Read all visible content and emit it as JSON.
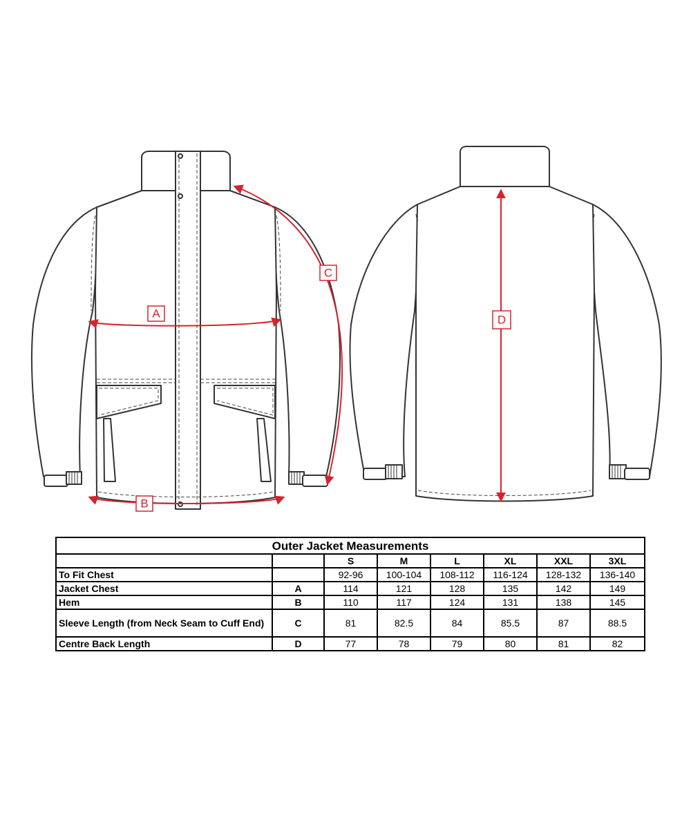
{
  "diagram": {
    "labels": {
      "a": "A",
      "b": "B",
      "c": "C",
      "d": "D"
    },
    "colors": {
      "outline": "#333333",
      "measurement": "#d8222f"
    }
  },
  "table": {
    "title": "Outer Jacket Measurements",
    "sizes": [
      "S",
      "M",
      "L",
      "XL",
      "XXL",
      "3XL"
    ],
    "rows": [
      {
        "label": "To Fit Chest",
        "code": "",
        "values": [
          "92-96",
          "100-104",
          "108-112",
          "116-124",
          "128-132",
          "136-140"
        ]
      },
      {
        "label": "Jacket Chest",
        "code": "A",
        "values": [
          "114",
          "121",
          "128",
          "135",
          "142",
          "149"
        ]
      },
      {
        "label": "Hem",
        "code": "B",
        "values": [
          "110",
          "117",
          "124",
          "131",
          "138",
          "145"
        ]
      },
      {
        "label": "Sleeve Length (from Neck Seam to Cuff End)",
        "code": "C",
        "values": [
          "81",
          "82.5",
          "84",
          "85.5",
          "87",
          "88.5"
        ]
      },
      {
        "label": "Centre Back Length",
        "code": "D",
        "values": [
          "77",
          "78",
          "79",
          "80",
          "81",
          "82"
        ]
      }
    ]
  }
}
